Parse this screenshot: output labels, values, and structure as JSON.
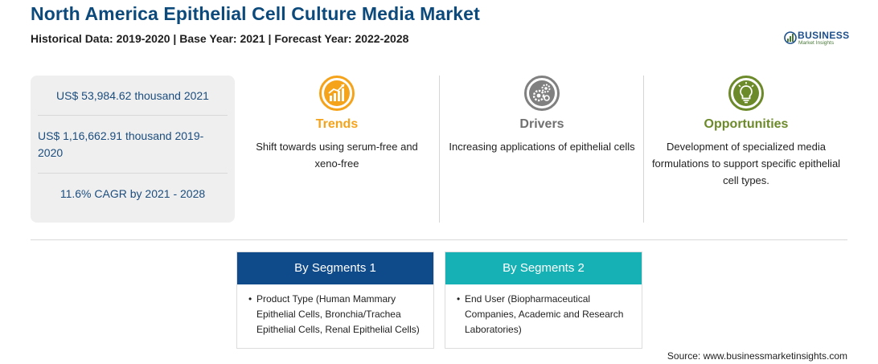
{
  "header": {
    "title": "North America Epithelial Cell Culture Media Market",
    "subtitle": "Historical Data: 2019-2020 | Base Year: 2021 | Forecast Year: 2022-2028"
  },
  "logo": {
    "word": "BUSINESS",
    "sub": "Market Insights"
  },
  "stats": [
    {
      "text": "US$ 53,984.62 thousand 2021"
    },
    {
      "text": "US$ 1,16,662.91 thousand 2019-2020"
    },
    {
      "text": "11.6% CAGR by 2021 - 2028"
    }
  ],
  "columns": [
    {
      "heading": "Trends",
      "icon": "growth-chart-icon",
      "color": "#f5a31a",
      "text": "Shift towards using serum-free and xeno-free"
    },
    {
      "heading": "Drivers",
      "icon": "gears-icon",
      "color": "#707070",
      "text": "Increasing applications of epithelial cells"
    },
    {
      "heading": "Opportunities",
      "icon": "lightbulb-icon",
      "color": "#6d8a2b",
      "text": "Development of specialized media formulations to support specific epithelial cell types."
    }
  ],
  "segments": [
    {
      "title": "By Segments 1",
      "color": "#0f4a8a",
      "items": [
        "Product Type (Human Mammary Epithelial Cells, Bronchia/Trachea Epithelial Cells, Renal Epithelial Cells)"
      ]
    },
    {
      "title": "By Segments 2",
      "color": "#16b1b4",
      "items": [
        "End User (Biopharmaceutical Companies, Academic and Research Laboratories)"
      ]
    }
  ],
  "source": "Source: www.businessmarketinsights.com"
}
